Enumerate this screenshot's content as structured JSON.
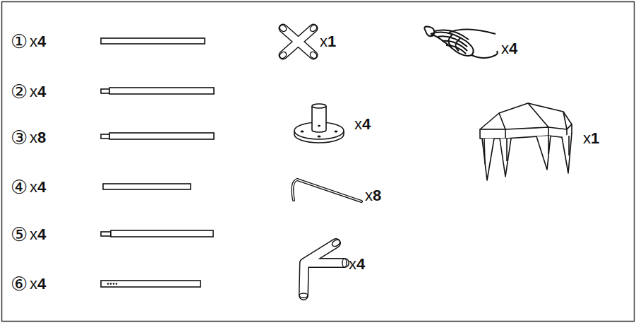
{
  "diagram": {
    "labels": [
      "①",
      "x4",
      "②",
      "x4",
      "③",
      "x8",
      "④",
      "x4",
      "⑤",
      "x4",
      "⑥",
      "x4",
      "x1",
      "x4",
      "x8",
      "x4",
      "x4",
      "x1"
    ]
  }
}
